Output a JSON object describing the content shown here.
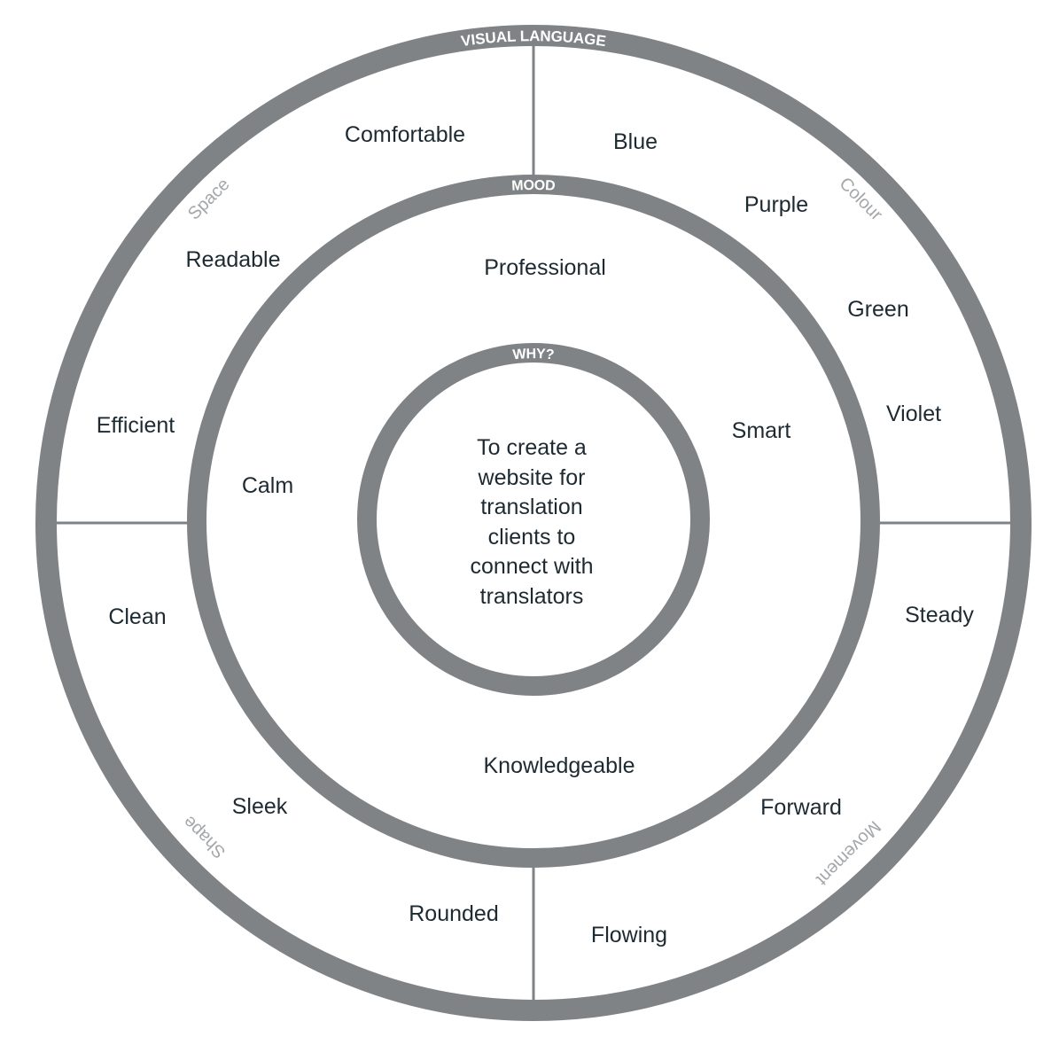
{
  "colors": {
    "ring": "#7f8386",
    "divider": "#7f8386",
    "text": "#1e2a32",
    "section_label": "#a3a7aa"
  },
  "rings": {
    "outer_label": "VISUAL LANGUAGE",
    "middle_label": "MOOD",
    "inner_label": "WHY?"
  },
  "center": {
    "lines": [
      "To create a",
      "website for",
      "translation",
      "clients to",
      "connect with",
      "translators"
    ]
  },
  "sections": {
    "space": "Space",
    "colour": "Colour",
    "shape": "Shape",
    "movement": "Movement"
  },
  "mood_words": {
    "professional": "Professional",
    "smart": "Smart",
    "calm": "Calm",
    "knowledgeable": "Knowledgeable"
  },
  "space_words": {
    "comfortable": "Comfortable",
    "readable": "Readable",
    "efficient": "Efficient"
  },
  "colour_words": {
    "blue": "Blue",
    "purple": "Purple",
    "green": "Green",
    "violet": "Violet"
  },
  "shape_words": {
    "clean": "Clean",
    "sleek": "Sleek",
    "rounded": "Rounded"
  },
  "movement_words": {
    "steady": "Steady",
    "forward": "Forward",
    "flowing": "Flowing"
  }
}
